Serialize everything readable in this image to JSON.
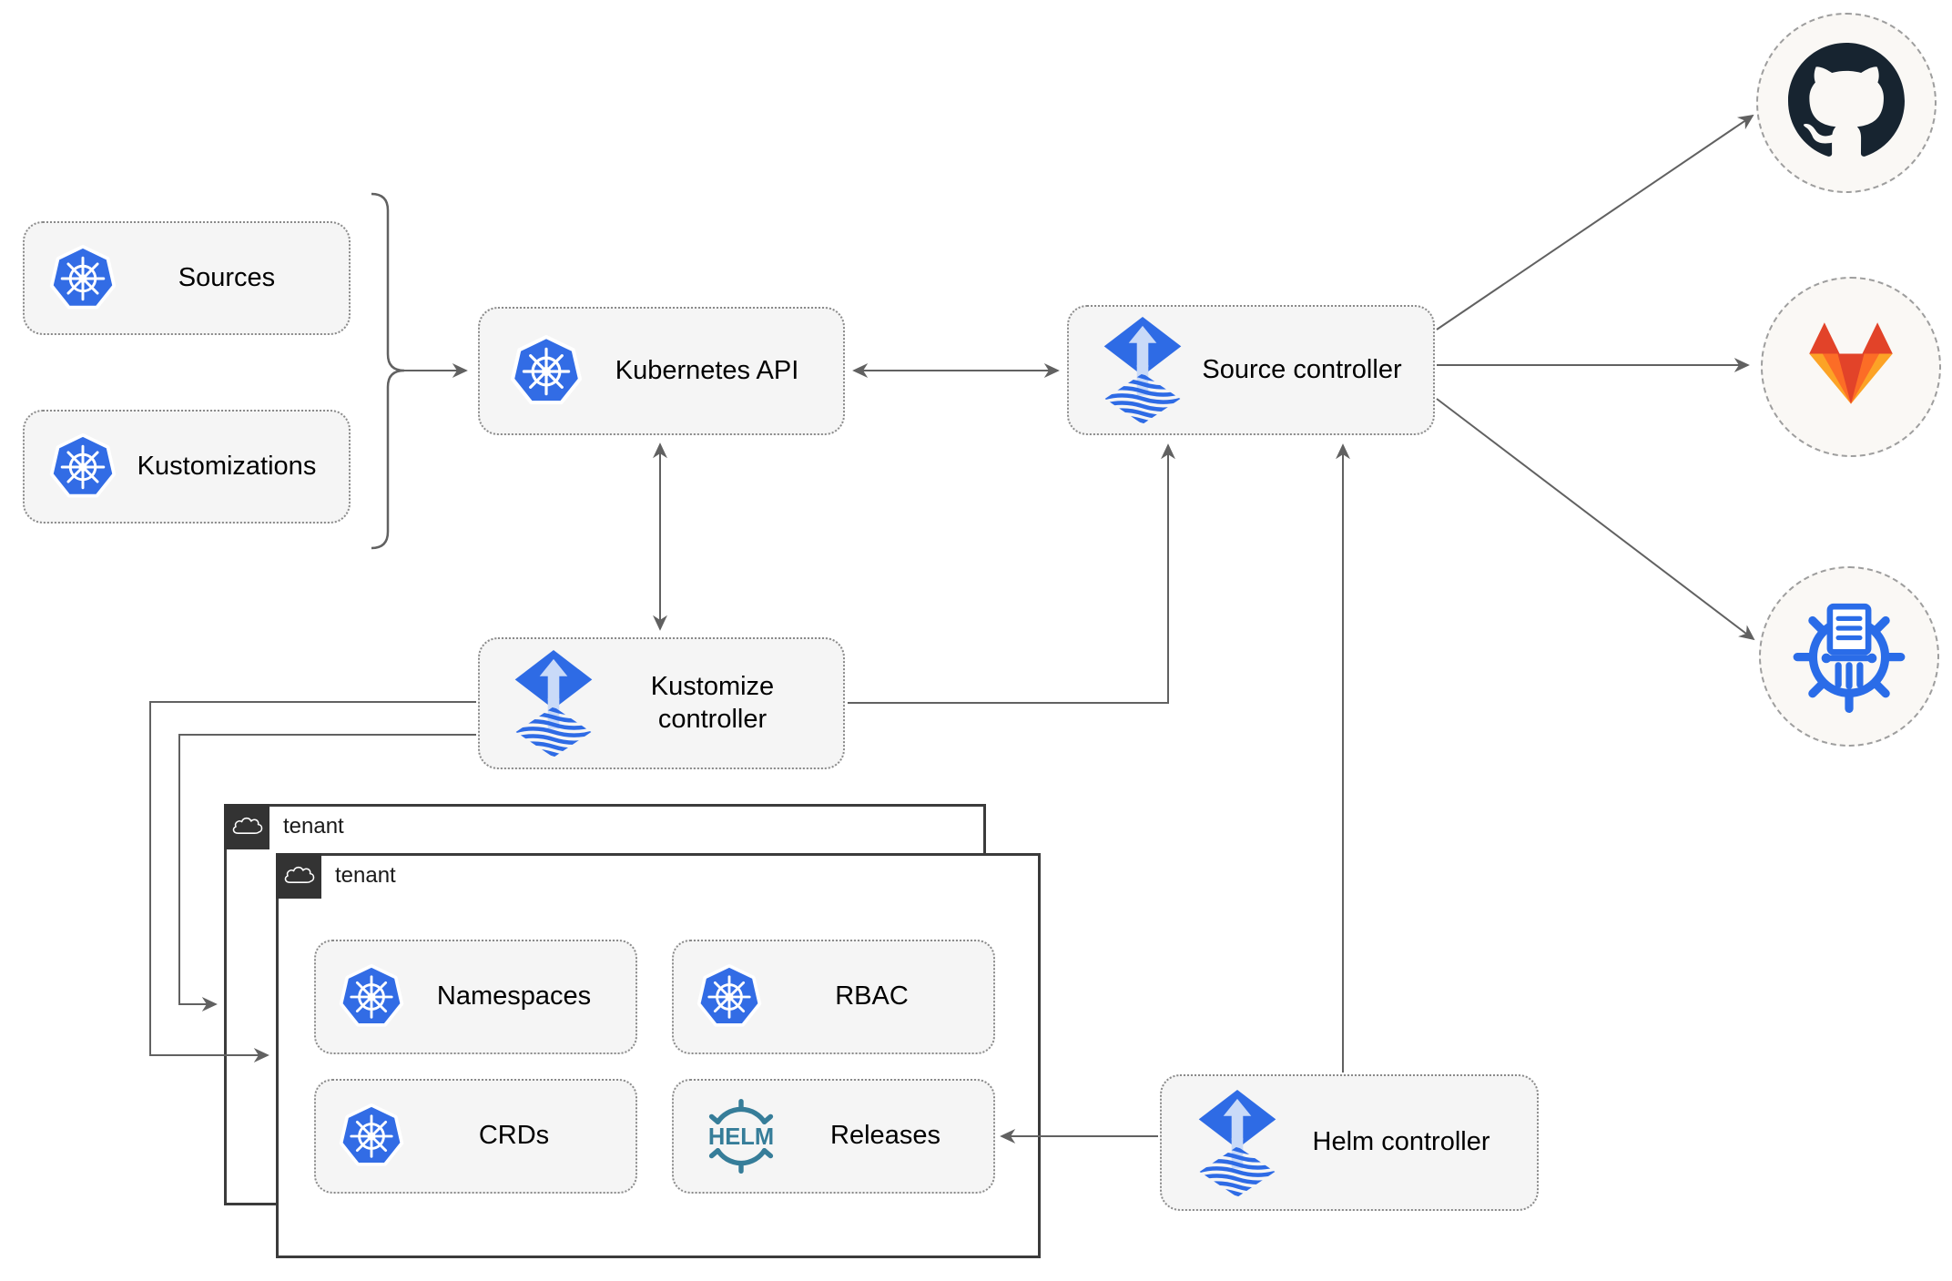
{
  "nodes": {
    "sources": {
      "label": "Sources",
      "icon": "kubernetes"
    },
    "kustomizations": {
      "label": "Kustomizations",
      "icon": "kubernetes"
    },
    "kubernetes_api": {
      "label": "Kubernetes API",
      "icon": "kubernetes"
    },
    "source_controller": {
      "label": "Source controller",
      "icon": "flux"
    },
    "kustomize_controller": {
      "label": "Kustomize controller",
      "icon": "flux"
    },
    "helm_controller": {
      "label": "Helm controller",
      "icon": "flux"
    },
    "namespaces": {
      "label": "Namespaces",
      "icon": "kubernetes"
    },
    "rbac": {
      "label": "RBAC",
      "icon": "kubernetes"
    },
    "crds": {
      "label": "CRDs",
      "icon": "kubernetes"
    },
    "releases": {
      "label": "Releases",
      "icon": "helm"
    }
  },
  "tenants": {
    "outer": {
      "label": "tenant",
      "icon": "cloud"
    },
    "inner": {
      "label": "tenant",
      "icon": "cloud"
    }
  },
  "helm_logo_text": "HELM",
  "endpoints": {
    "github": {
      "icon": "github-icon"
    },
    "gitlab": {
      "icon": "gitlab-icon"
    },
    "chartmuseum": {
      "icon": "chartmuseum-icon"
    }
  },
  "edges": [
    {
      "from": "sources/kustomizations",
      "to": "kubernetes_api",
      "style": "arrow"
    },
    {
      "from": "kubernetes_api",
      "to": "source_controller",
      "style": "bidirectional"
    },
    {
      "from": "kubernetes_api",
      "to": "kustomize_controller",
      "style": "bidirectional"
    },
    {
      "from": "kustomize_controller",
      "to": "source_controller",
      "style": "arrow"
    },
    {
      "from": "kustomize_controller",
      "to": "tenant_outer",
      "style": "arrow"
    },
    {
      "from": "kustomize_controller",
      "to": "tenant_inner",
      "style": "arrow"
    },
    {
      "from": "helm_controller",
      "to": "source_controller",
      "style": "arrow"
    },
    {
      "from": "helm_controller",
      "to": "releases",
      "style": "arrow"
    },
    {
      "from": "source_controller",
      "to": "github",
      "style": "arrow"
    },
    {
      "from": "source_controller",
      "to": "gitlab",
      "style": "arrow"
    },
    {
      "from": "source_controller",
      "to": "chartmuseum",
      "style": "arrow"
    }
  ],
  "colors": {
    "node_fill": "#f5f5f5",
    "node_border": "#8a8a8a",
    "arrow": "#616161",
    "kubernetes_blue": "#326ce5",
    "flux_blue": "#2e6be5",
    "flux_arrow_light": "#c9daf8",
    "helm_teal": "#367d99",
    "tenant_border": "#3b3b3b",
    "tenant_badge_bg": "#333333",
    "github_dark": "#172430",
    "gitlab_red_orange": "#e24329",
    "gitlab_orange": "#fc6d26",
    "gitlab_light_orange": "#fca326",
    "chartmuseum_blue": "#2a6ce8",
    "endpoint_fill": "#faf8f5",
    "endpoint_border": "#9e9e9e"
  }
}
